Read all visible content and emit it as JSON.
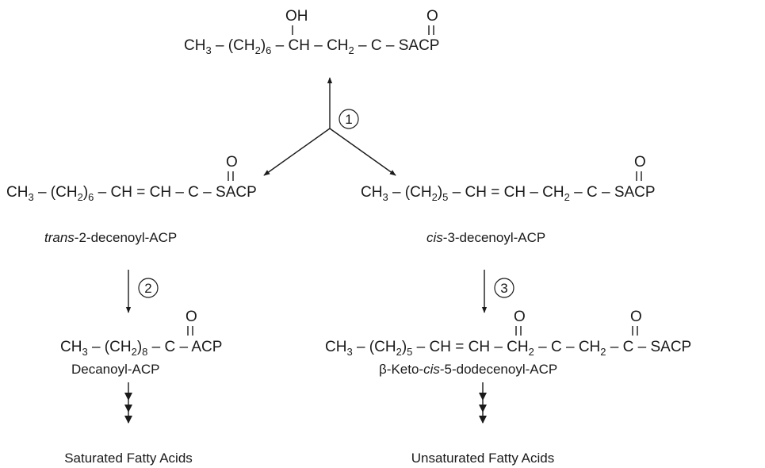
{
  "scheme": {
    "hydroxy_intermediate": {
      "oh_label": "OH",
      "oxygen_label": "O",
      "formula": [
        "CH",
        "3",
        " – (CH",
        "2",
        ")",
        "6",
        " – CH – CH",
        "2",
        " – C – SACP"
      ]
    },
    "trans_compound": {
      "oxygen_label": "O",
      "formula": [
        "CH",
        "3",
        " – (CH",
        "2",
        ")",
        "6",
        " – CH = CH – C – SACP"
      ],
      "name_italic": "trans",
      "name_rest": "-2-decenoyl-ACP"
    },
    "cis_compound": {
      "oxygen_label": "O",
      "formula": [
        "CH",
        "3",
        " – (CH",
        "2",
        ")",
        "5",
        " – CH = CH – CH",
        "2",
        " – C – SACP"
      ],
      "name_italic": "cis",
      "name_rest": "-3-decenoyl-ACP"
    },
    "decanoyl": {
      "oxygen_label": "O",
      "formula": [
        "CH",
        "3",
        " – (CH",
        "2",
        ")",
        "8",
        " – C – ACP"
      ],
      "name": "Decanoyl-ACP"
    },
    "keto_compound": {
      "oxygen_label_1": "O",
      "oxygen_label_2": "O",
      "formula": [
        "CH",
        "3",
        " – (CH",
        "2",
        ")",
        "5",
        " – CH = CH – CH",
        "2",
        " – C – CH",
        "2",
        " – C – SACP"
      ],
      "name_prefix": "β-Keto-",
      "name_italic": "cis",
      "name_rest": "-5-dodecenoyl-ACP"
    },
    "saturated_label": "Saturated Fatty Acids",
    "unsaturated_label": "Unsaturated Fatty Acids",
    "steps": [
      "1",
      "2",
      "3"
    ]
  }
}
